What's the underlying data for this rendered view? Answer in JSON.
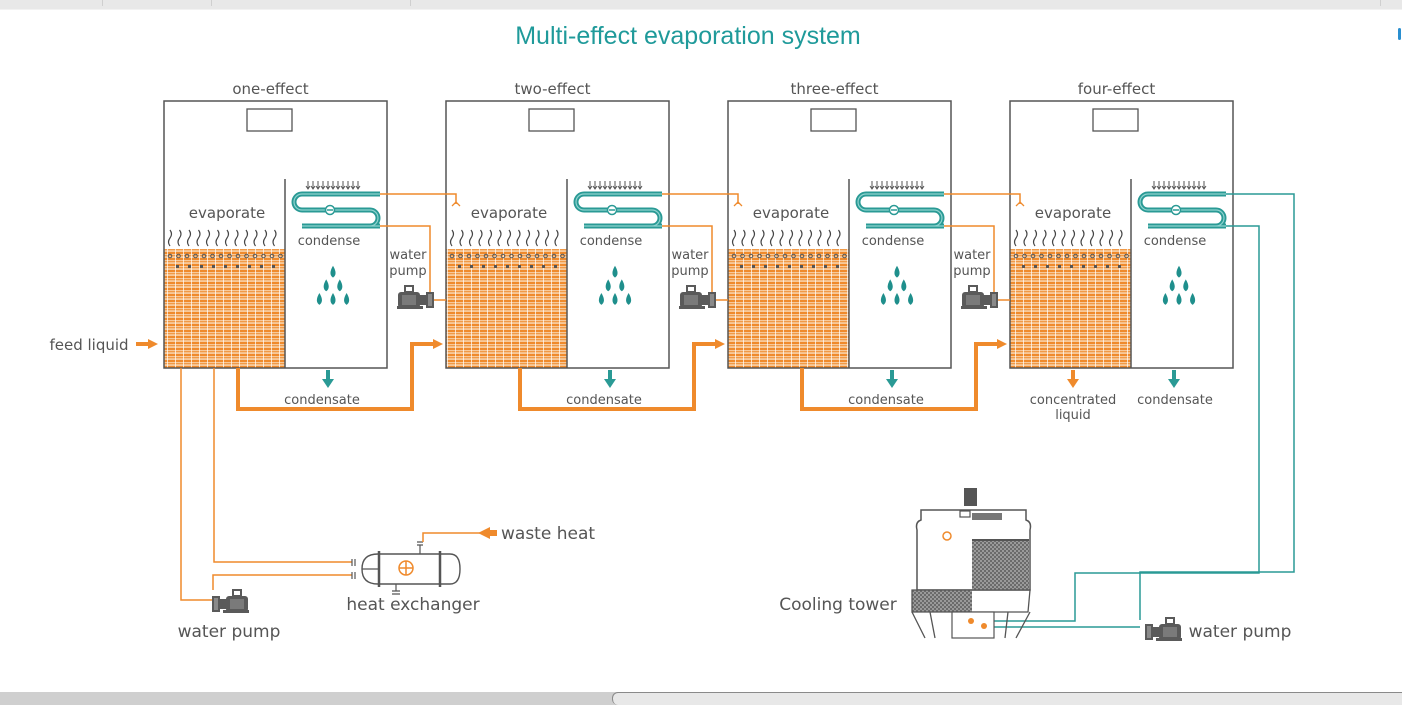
{
  "title": "Multi-effect evaporation system",
  "colors": {
    "title": "#1f9a9a",
    "heat_pipe": "#ef8a2c",
    "cooling_pipe": "#2a9a95",
    "outline": "#555555",
    "text": "#555555"
  },
  "effects": [
    {
      "name": "one-effect",
      "evaporate": "evaporate",
      "condense": "condense",
      "condensate": "condensate"
    },
    {
      "name": "two-effect",
      "evaporate": "evaporate",
      "condense": "condense",
      "condensate": "condensate"
    },
    {
      "name": "three-effect",
      "evaporate": "evaporate",
      "condense": "condense",
      "condensate": "condensate"
    },
    {
      "name": "four-effect",
      "evaporate": "evaporate",
      "condense": "condense",
      "condensate": "condensate"
    }
  ],
  "inter_pumps": [
    {
      "line1": "water",
      "line2": "pump"
    },
    {
      "line1": "water",
      "line2": "pump"
    },
    {
      "line1": "water",
      "line2": "pump"
    }
  ],
  "labels": {
    "feed_liquid": "feed liquid",
    "concentrated_line1": "concentrated",
    "concentrated_line2": "liquid",
    "waste_heat": "waste heat",
    "heat_exchanger": "heat exchanger",
    "water_pump_left": "water pump",
    "cooling_tower": "Cooling tower",
    "water_pump_right": "water pump"
  },
  "icons": {
    "pump": "water-pump-icon",
    "heat_exchanger": "heat-exchanger-icon",
    "cooling_tower": "cooling-tower-icon",
    "droplet": "water-droplet-icon",
    "coil": "condenser-coil-icon"
  }
}
